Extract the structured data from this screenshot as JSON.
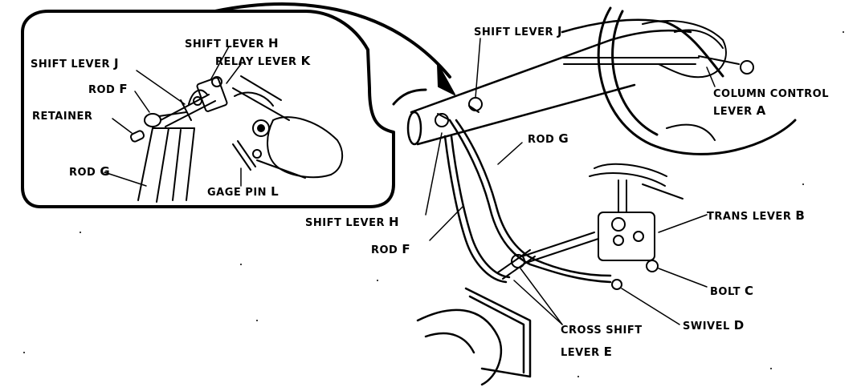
{
  "inset": {
    "labels": {
      "shift_lever_h": "SHIFT LEVER",
      "shift_lever_h_letter": "H",
      "shift_lever_j": "SHIFT LEVER",
      "shift_lever_j_letter": "J",
      "relay_lever_k": "RELAY LEVER",
      "relay_lever_k_letter": "K",
      "rod_f": "ROD",
      "rod_f_letter": "F",
      "retainer": "RETAINER",
      "rod_g": "ROD",
      "rod_g_letter": "G",
      "gage_pin_l": "GAGE PIN",
      "gage_pin_l_letter": "L"
    }
  },
  "main": {
    "labels": {
      "shift_lever_j": "SHIFT LEVER",
      "shift_lever_j_letter": "J",
      "column_control_lever_a_1": "COLUMN CONTROL",
      "column_control_lever_a_2": "LEVER",
      "column_control_lever_a_letter": "A",
      "rod_g": "ROD",
      "rod_g_letter": "G",
      "trans_lever_b": "TRANS LEVER",
      "trans_lever_b_letter": "B",
      "shift_lever_h": "SHIFT LEVER",
      "shift_lever_h_letter": "H",
      "rod_f": "ROD",
      "rod_f_letter": "F",
      "bolt_c": "BOLT",
      "bolt_c_letter": "C",
      "swivel_d": "SWIVEL",
      "swivel_d_letter": "D",
      "cross_shift_lever_e_1": "CROSS SHIFT",
      "cross_shift_lever_e_2": "LEVER",
      "cross_shift_lever_e_letter": "E"
    }
  }
}
